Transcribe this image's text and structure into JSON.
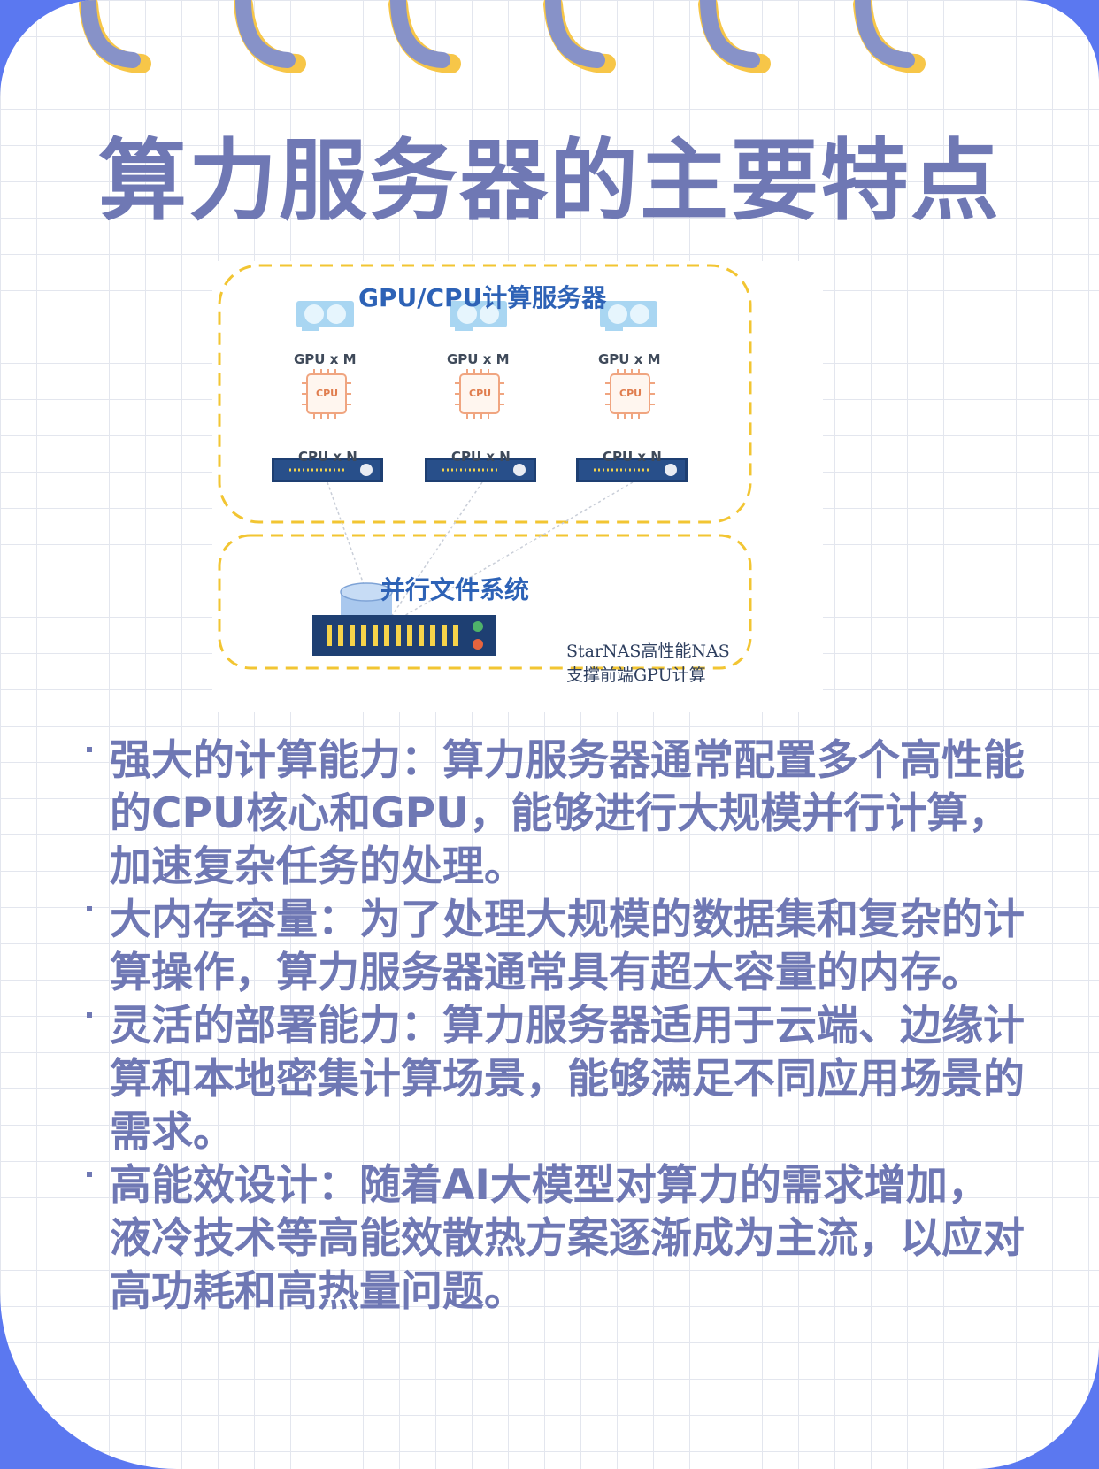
{
  "title": "算力服务器的主要特点",
  "diagram": {
    "title": "GPU/CPU计算服务器",
    "gpu_labels": [
      "GPU x M",
      "GPU x M",
      "GPU x M"
    ],
    "cpu_chip_labels": [
      "CPU",
      "CPU",
      "CPU"
    ],
    "cpu_labels": [
      "CPU x N",
      "CPU x N",
      "CPU x N"
    ],
    "storage_title": "并行文件系统",
    "nas_line1": "StarNAS高性能NAS",
    "nas_line2": "支撑前端GPU计算"
  },
  "bullets": [
    "强大的计算能力：算力服务器通常配置多个高性能的CPU核心和GPU，能够进行大规模并行计算，加速复杂任务的处理。",
    "大内存容量：为了处理大规模的数据集和复杂的计算操作，算力服务器通常具有超大容量的内存。",
    "灵活的部署能力：算力服务器适用于云端、边缘计算和本地密集计算场景，能够满足不同应用场景的需求。",
    "高能效设计：随着AI大模型对算力的需求增加，液冷技术等高能效散热方案逐渐成为主流，以应对高功耗和高热量问题。"
  ],
  "colors": {
    "accent": "#6f78b4",
    "background": "#5b78f0",
    "dashed_border": "#f2c532",
    "diagram_blue": "#2d62b6"
  }
}
